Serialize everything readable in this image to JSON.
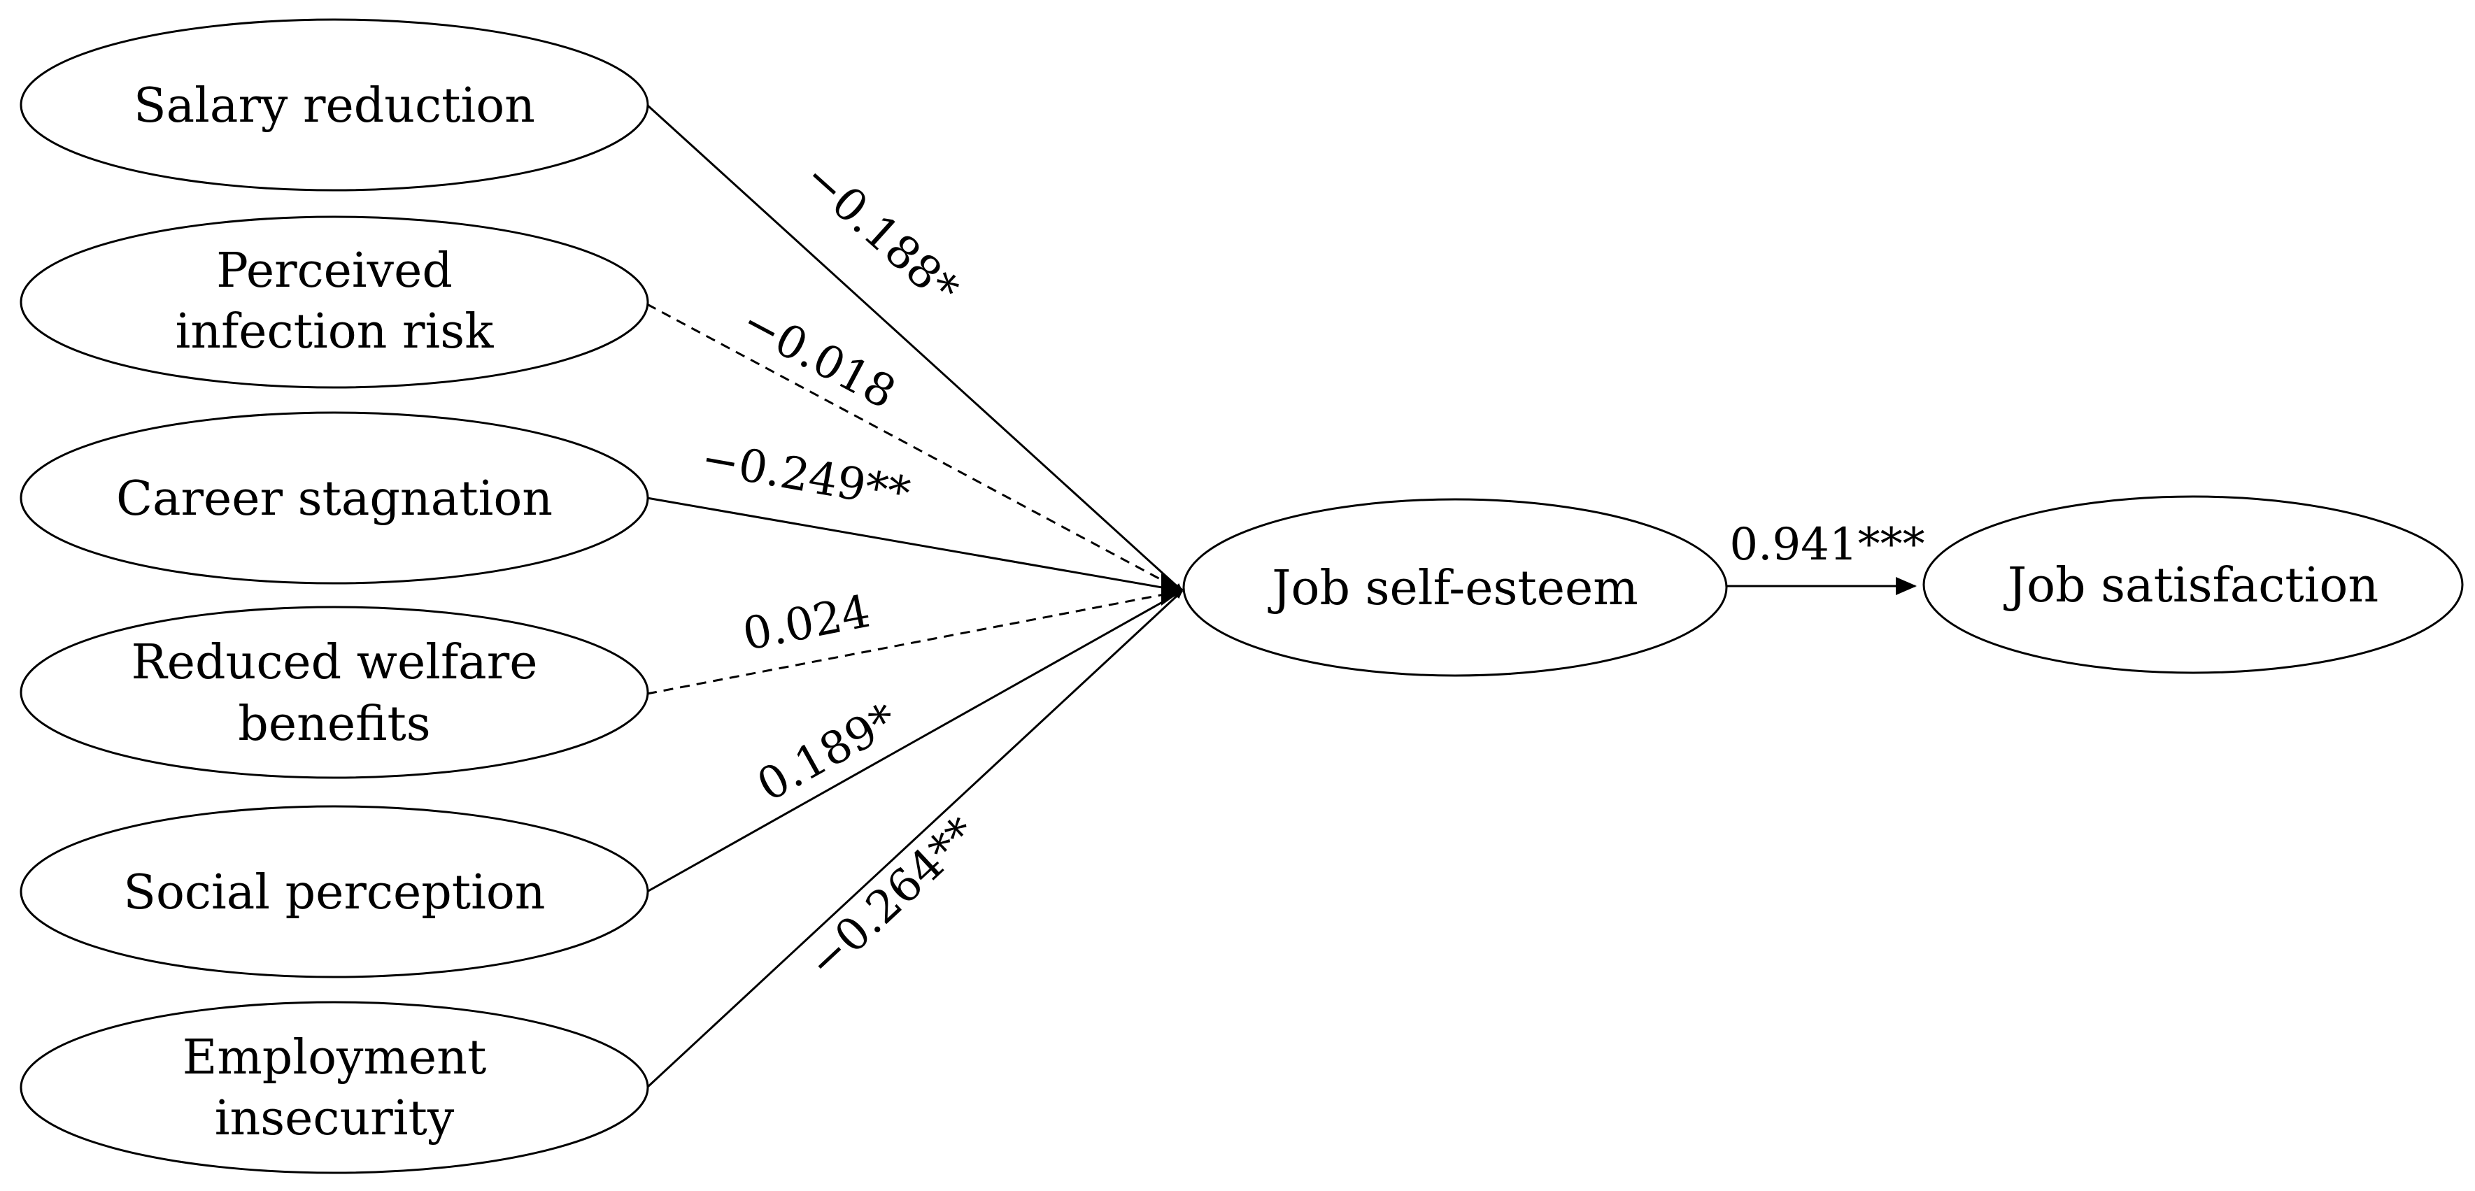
{
  "nodes": {
    "salary_reduction": {
      "lines": [
        "Salary reduction"
      ]
    },
    "perceived_infection_risk": {
      "lines": [
        "Perceived",
        "infection risk"
      ]
    },
    "career_stagnation": {
      "lines": [
        "Career stagnation"
      ]
    },
    "reduced_welfare_benefits": {
      "lines": [
        "Reduced welfare",
        "benefits"
      ]
    },
    "social_perception": {
      "lines": [
        "Social perception"
      ]
    },
    "employment_insecurity": {
      "lines": [
        "Employment",
        "insecurity"
      ]
    },
    "job_self_esteem": {
      "lines": [
        "Job self-esteem"
      ]
    },
    "job_satisfaction": {
      "lines": [
        "Job satisfaction"
      ]
    }
  },
  "edges": {
    "salary_to_self_esteem": {
      "from": "salary_reduction",
      "to": "job_self_esteem",
      "coefficient": "−0.188*",
      "style": "solid"
    },
    "infection_to_self_esteem": {
      "from": "perceived_infection_risk",
      "to": "job_self_esteem",
      "coefficient": "−0.018",
      "style": "dashed"
    },
    "career_to_self_esteem": {
      "from": "career_stagnation",
      "to": "job_self_esteem",
      "coefficient": "−0.249**",
      "style": "solid"
    },
    "welfare_to_self_esteem": {
      "from": "reduced_welfare_benefits",
      "to": "job_self_esteem",
      "coefficient": "0.024",
      "style": "dashed"
    },
    "social_to_self_esteem": {
      "from": "social_perception",
      "to": "job_self_esteem",
      "coefficient": "0.189*",
      "style": "solid"
    },
    "employment_to_self_esteem": {
      "from": "employment_insecurity",
      "to": "job_self_esteem",
      "coefficient": "−0.264**",
      "style": "solid"
    },
    "self_esteem_to_satisfaction": {
      "from": "job_self_esteem",
      "to": "job_satisfaction",
      "coefficient": "0.941***",
      "style": "solid"
    }
  }
}
